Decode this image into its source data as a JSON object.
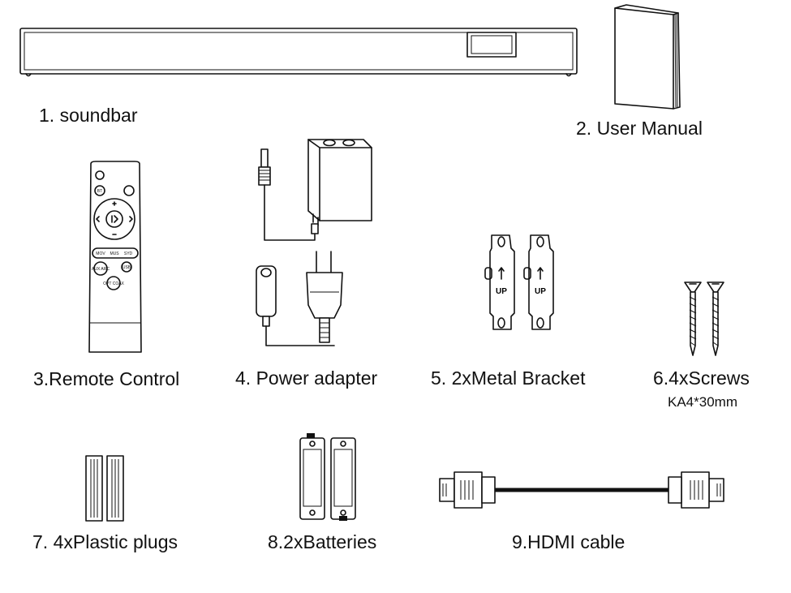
{
  "items": [
    {
      "label": "1. soundbar"
    },
    {
      "label": "2. User Manual"
    },
    {
      "label": "3.Remote  Control"
    },
    {
      "label": "4. Power adapter"
    },
    {
      "label": "5. 2xMetal Bracket"
    },
    {
      "label": "6.4xScrews",
      "sublabel": "KA4*30mm"
    },
    {
      "label": "7. 4xPlastic plugs"
    },
    {
      "label": "8.2xBatteries"
    },
    {
      "label": "9.HDMI cable"
    }
  ],
  "remote_buttons": [
    "BT",
    "MOV",
    "MUS",
    "SYD",
    "AUX ARC",
    "USB",
    "OPT COAX"
  ],
  "bracket_marking": "UP"
}
